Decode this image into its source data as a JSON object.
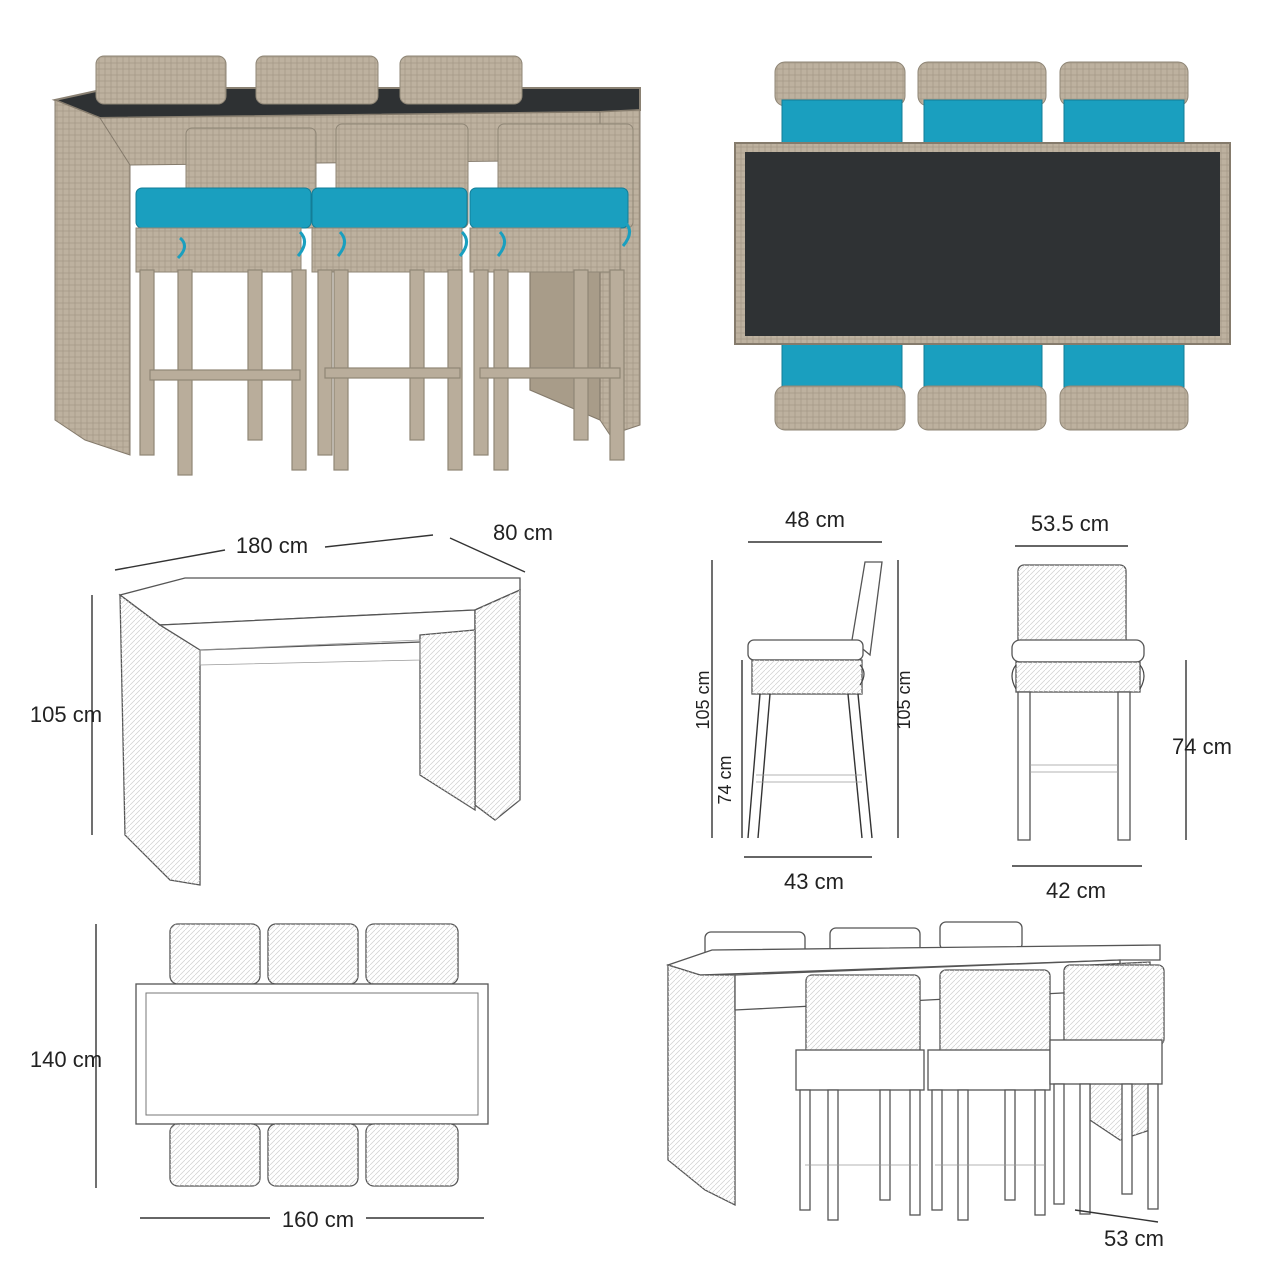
{
  "dimensions": {
    "table_length": "180 cm",
    "table_depth": "80 cm",
    "table_height": "105 cm",
    "chair_side_depth": "48 cm",
    "chair_side_height_left": "105 cm",
    "chair_side_seat_height": "74 cm",
    "chair_side_height_right": "105 cm",
    "chair_side_base_depth": "43 cm",
    "chair_front_width": "53.5 cm",
    "chair_front_seat_height": "74 cm",
    "chair_front_base_width": "42 cm",
    "set_top_depth": "140 cm",
    "set_top_length": "160 cm",
    "set_persp_chair_depth": "53 cm"
  },
  "colors": {
    "wicker": "#b9ad9b",
    "cushion": "#1a9fbf",
    "glass": "#2e3133",
    "line": "#333333"
  }
}
